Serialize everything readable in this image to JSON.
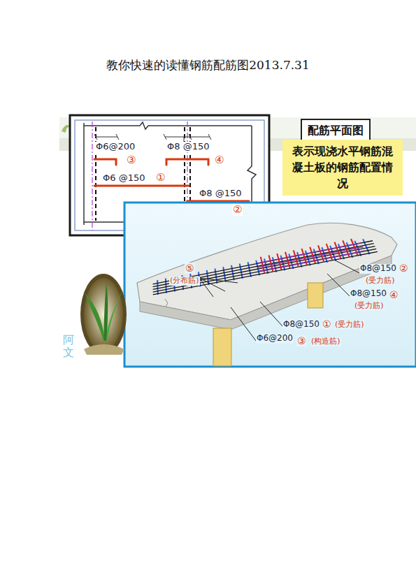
{
  "diagram": {
    "title": "教你快速的读懂钢筋配筋图2013.7.31",
    "nodes": [
      {
        "text": [
          "配筋平面图"
        ]
      },
      {
        "text": [
          "表示现浇水平钢筋混凝土板的钢筋配置情况"
        ]
      }
    ],
    "labels": [
      "Φ6@200",
      "③",
      "Φ8 @150",
      "④",
      "Φ6 @150",
      "①",
      "Φ8 @150",
      "②",
      "⑤",
      "(分布筋)",
      "Φ8@150",
      "②",
      "(受力筋)",
      "Φ8@150",
      "④",
      "(受力筋)",
      "Φ8@150",
      "①",
      "(受力筋)",
      "Φ6@200",
      "③",
      "(构造筋)",
      "阿文"
    ]
  }
}
